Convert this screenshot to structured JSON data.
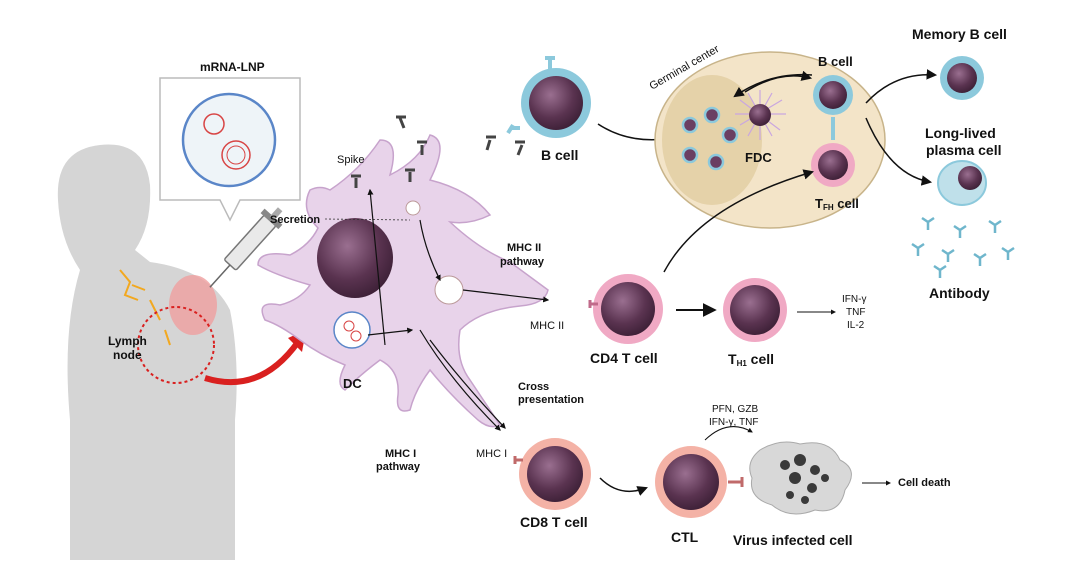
{
  "labels": {
    "mrna_lnp": "mRNA-LNP",
    "spike": "Spike",
    "secretion": "Secretion",
    "lymph_node_1": "Lymph",
    "lymph_node_2": "node",
    "dc": "DC",
    "mhc2_path_1": "MHC II",
    "mhc2_path_2": "pathway",
    "mhc2": "MHC II",
    "mhc1_path_1": "MHC I",
    "mhc1_path_2": "pathway",
    "mhc1": "MHC I",
    "cross_1": "Cross",
    "cross_2": "presentation",
    "b_cell": "B cell",
    "germinal_center": "Germinal center",
    "fdc": "FDC",
    "gc_b_cell": "B cell",
    "tfh_main": "T",
    "tfh_sub": "FH",
    "tfh_tail": " cell",
    "memory_b": "Memory B cell",
    "plasma_1": "Long-lived",
    "plasma_2": "plasma cell",
    "antibody": "Antibody",
    "cd4": "CD4 T cell",
    "th1_main": "T",
    "th1_sub": "H1",
    "th1_tail": " cell",
    "cyto_1": "IFN-γ",
    "cyto_2": "TNF",
    "cyto_3": "IL-2",
    "cd8": "CD8 T cell",
    "ctl": "CTL",
    "ctl_1": "PFN, GZB",
    "ctl_2": "IFN-γ, TNF",
    "virus": "Virus infected cell",
    "death": "Cell death"
  },
  "colors": {
    "dc_fill": "#e8d3ea",
    "dc_stroke": "#c7a3cc",
    "nucleus": "#5a3350",
    "b_ring": "#8cc9dc",
    "cd4_ring": "#f0a9c4",
    "cd8_ring": "#f4b2a6",
    "gc_bg": "#f3e4c8",
    "red_arrow": "#d9201f",
    "body": "#d5d5d5"
  }
}
